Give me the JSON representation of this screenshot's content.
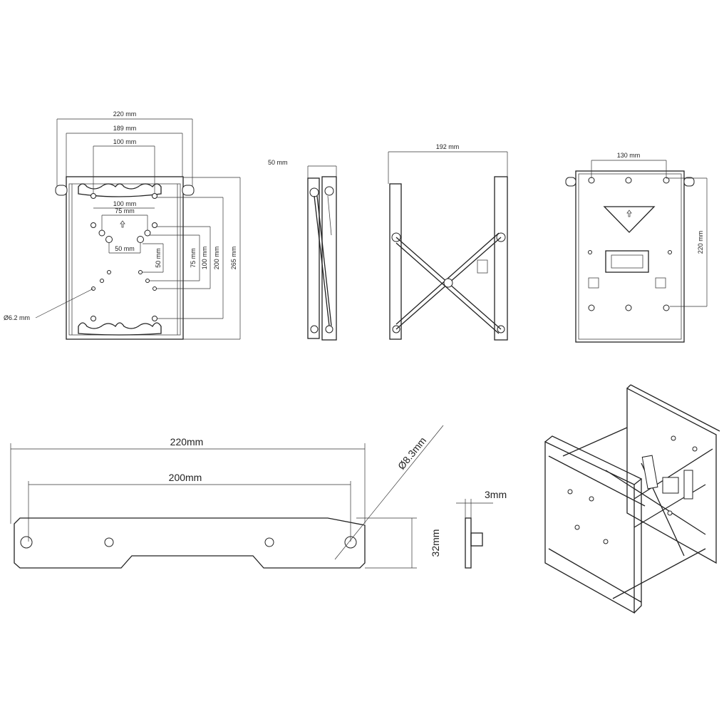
{
  "front_view": {
    "width_overall": "220 mm",
    "width_plate": "189 mm",
    "hole_spacing_top": "100 mm",
    "vesa_100": "100 mm",
    "vesa_75": "75 mm",
    "vesa_50_h": "50 mm",
    "vesa_50_v": "50 mm",
    "vesa_75_v": "75 mm",
    "vesa_100_v": "100 mm",
    "vesa_200_v": "200 mm",
    "height_overall": "265 mm",
    "hole_diameter": "Ø6.2 mm"
  },
  "side_view": {
    "depth_min": "50 mm"
  },
  "extended_view": {
    "depth_max": "192 mm"
  },
  "back_view": {
    "hole_spacing": "130 mm",
    "height": "220 mm"
  },
  "bar": {
    "length": "220mm",
    "hole_spacing": "200mm",
    "hole_diameter": "Ø8.3mm",
    "height": "32mm",
    "thickness": "3mm"
  }
}
